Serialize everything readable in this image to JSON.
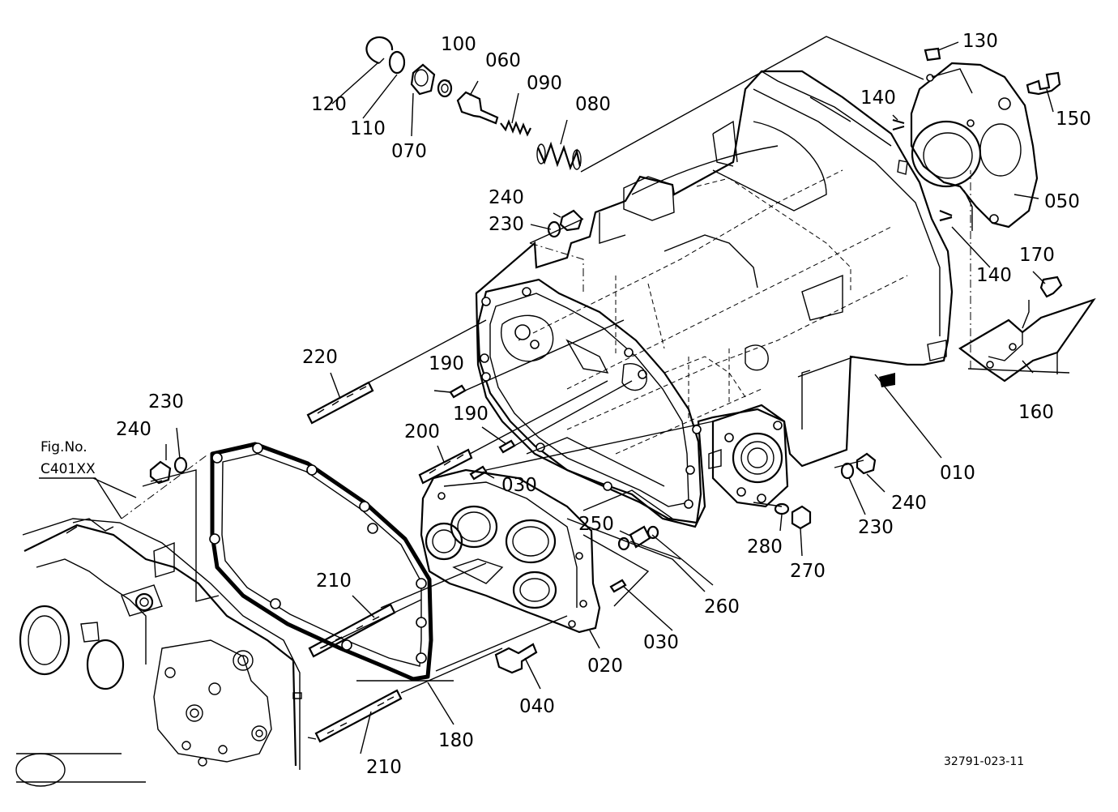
{
  "diagram": {
    "figure_ref_prefix": "Fig.No.",
    "figure_ref": "C401XX",
    "drawing_code": "32791-023-11",
    "callouts": [
      {
        "id": "c-120",
        "text": "120"
      },
      {
        "id": "c-110",
        "text": "110"
      },
      {
        "id": "c-070",
        "text": "070"
      },
      {
        "id": "c-100",
        "text": "100"
      },
      {
        "id": "c-060",
        "text": "060"
      },
      {
        "id": "c-090",
        "text": "090"
      },
      {
        "id": "c-080",
        "text": "080"
      },
      {
        "id": "c-130",
        "text": "130"
      },
      {
        "id": "c-140a",
        "text": "140"
      },
      {
        "id": "c-150",
        "text": "150"
      },
      {
        "id": "c-050",
        "text": "050"
      },
      {
        "id": "c-140b",
        "text": "140"
      },
      {
        "id": "c-170",
        "text": "170"
      },
      {
        "id": "c-160",
        "text": "160"
      },
      {
        "id": "c-240a",
        "text": "240"
      },
      {
        "id": "c-230a",
        "text": "230"
      },
      {
        "id": "c-220",
        "text": "220"
      },
      {
        "id": "c-190a",
        "text": "190"
      },
      {
        "id": "c-190b",
        "text": "190"
      },
      {
        "id": "c-200",
        "text": "200"
      },
      {
        "id": "c-030a",
        "text": "030"
      },
      {
        "id": "c-230b",
        "text": "230"
      },
      {
        "id": "c-240b",
        "text": "240"
      },
      {
        "id": "c-010",
        "text": "010"
      },
      {
        "id": "c-230c",
        "text": "230"
      },
      {
        "id": "c-240c",
        "text": "240"
      },
      {
        "id": "c-250",
        "text": "250"
      },
      {
        "id": "c-280",
        "text": "280"
      },
      {
        "id": "c-270",
        "text": "270"
      },
      {
        "id": "c-260",
        "text": "260"
      },
      {
        "id": "c-210a",
        "text": "210"
      },
      {
        "id": "c-030b",
        "text": "030"
      },
      {
        "id": "c-020",
        "text": "020"
      },
      {
        "id": "c-040",
        "text": "040"
      },
      {
        "id": "c-180",
        "text": "180"
      },
      {
        "id": "c-210b",
        "text": "210"
      }
    ]
  }
}
